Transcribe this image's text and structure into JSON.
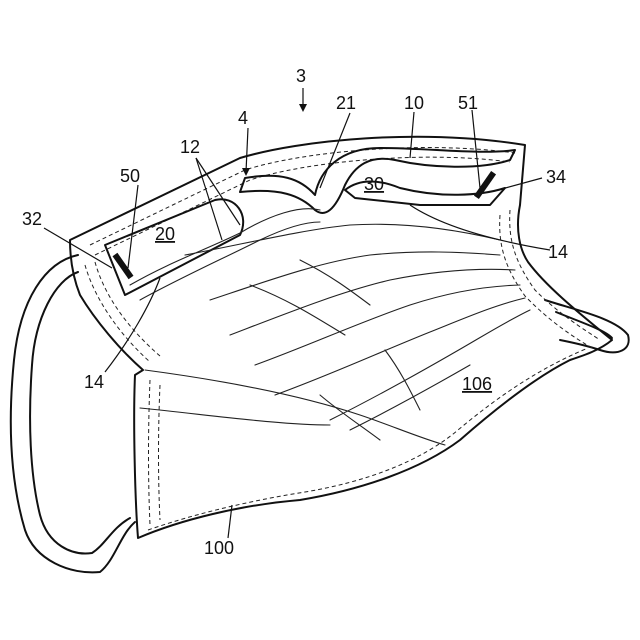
{
  "labels": {
    "l3": "3",
    "l4": "4",
    "l10": "10",
    "l12": "12",
    "l14a": "14",
    "l14b": "14",
    "l20": "20",
    "l21": "21",
    "l30": "30",
    "l32": "32",
    "l34": "34",
    "l50": "50",
    "l51": "51",
    "l100": "100",
    "l106": "106"
  },
  "colors": {
    "line": "#111111",
    "background": "#ffffff"
  }
}
